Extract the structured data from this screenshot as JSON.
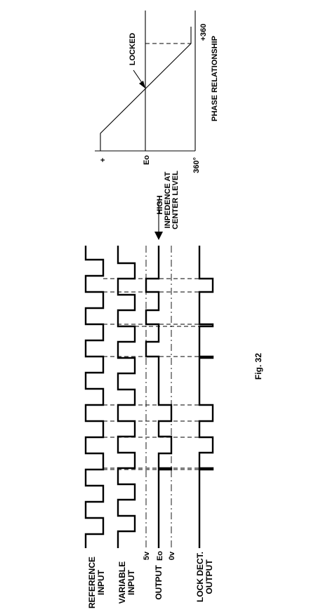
{
  "timing": {
    "reference_label": [
      "REFERENCE",
      "INPUT"
    ],
    "variable_label": [
      "VARIABLE",
      "INPUT"
    ],
    "output_label": "OUTPUT",
    "output_levels": [
      "5v",
      "Eo",
      "0v"
    ],
    "lock_label": [
      "LOCK DECT.",
      "OUTPUT"
    ],
    "high_z_note": [
      "HIGH",
      "INPEDENCE AT",
      "CENTER LEVEL"
    ]
  },
  "phase": {
    "plus_label": "+",
    "eo_label": "Eo",
    "minus_360_label": "360°",
    "plus_360_label": "+360",
    "axis_title": "PHASE RELATIONSHIP",
    "locked_label": "LOCKED"
  },
  "figure": {
    "caption": "Fig. 32"
  }
}
